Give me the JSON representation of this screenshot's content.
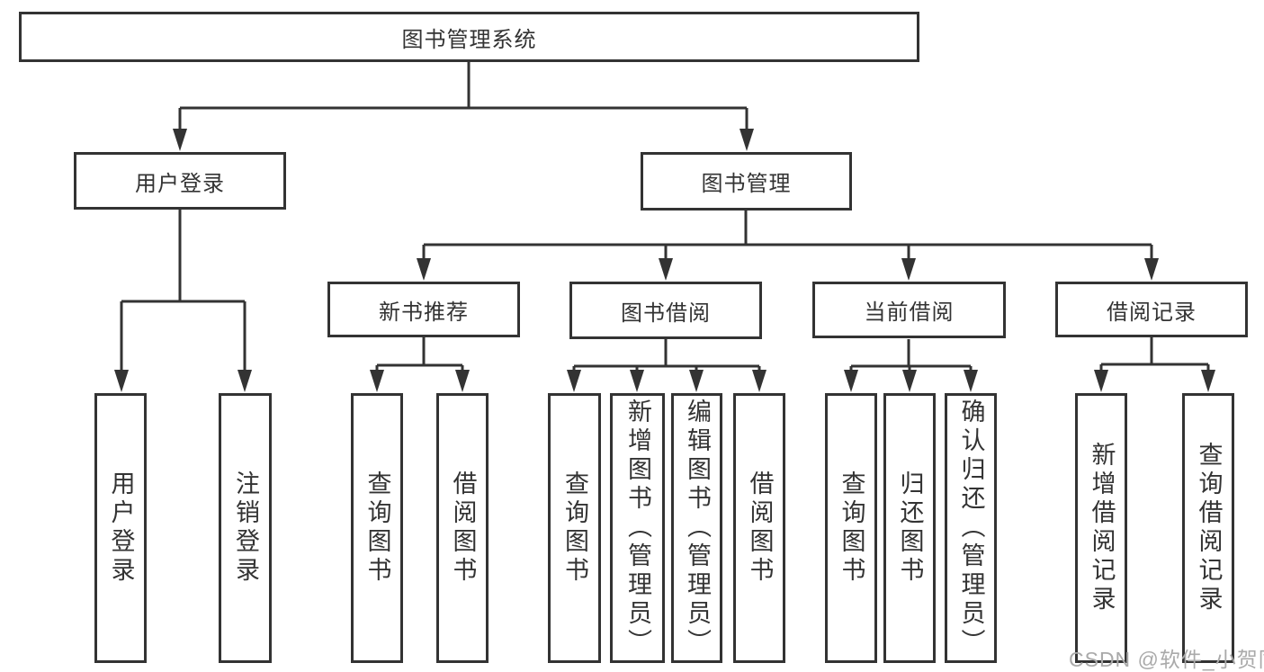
{
  "diagram": {
    "root": {
      "label": "图书管理系统"
    },
    "branches": [
      {
        "label": "用户登录",
        "children": [
          {
            "label": "用户登录"
          },
          {
            "label": "注销登录"
          }
        ]
      },
      {
        "label": "图书管理",
        "children": [
          {
            "label": "新书推荐",
            "children": [
              {
                "label": "查询图书"
              },
              {
                "label": "借阅图书"
              }
            ]
          },
          {
            "label": "图书借阅",
            "children": [
              {
                "label": "查询图书"
              },
              {
                "label": "新增图书（管理员）"
              },
              {
                "label": "编辑图书（管理员）"
              },
              {
                "label": "借阅图书"
              }
            ]
          },
          {
            "label": "当前借阅",
            "children": [
              {
                "label": "查询图书"
              },
              {
                "label": "归还图书"
              },
              {
                "label": "确认归还（管理员）"
              }
            ]
          },
          {
            "label": "借阅记录",
            "children": [
              {
                "label": "新增借阅记录"
              },
              {
                "label": "查询借阅记录"
              }
            ]
          }
        ]
      }
    ],
    "watermark": "CSDN @软件_小贺同学",
    "colors": {
      "line": "#333333",
      "text": "#333333",
      "watermark": "#aaaaaa",
      "background": "#ffffff"
    }
  }
}
